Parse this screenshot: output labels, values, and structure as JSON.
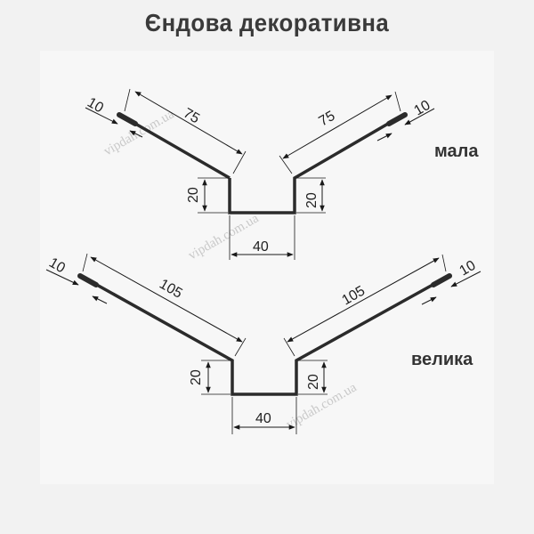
{
  "title": "Єндова декоративна",
  "watermark": "vipdah.com.ua",
  "small": {
    "label": "мала",
    "dim_hem_left": "10",
    "dim_hem_right": "10",
    "dim_slope_left": "75",
    "dim_slope_right": "75",
    "dim_wall_left": "20",
    "dim_wall_right": "20",
    "dim_base": "40"
  },
  "large": {
    "label": "велика",
    "dim_hem_left": "10",
    "dim_hem_right": "10",
    "dim_slope_left": "105",
    "dim_slope_right": "105",
    "dim_wall_left": "20",
    "dim_wall_right": "20",
    "dim_base": "40"
  },
  "colors": {
    "profile": "#2b2b2b",
    "dimension": "#1a1a1a",
    "title": "#3a3a3a"
  }
}
